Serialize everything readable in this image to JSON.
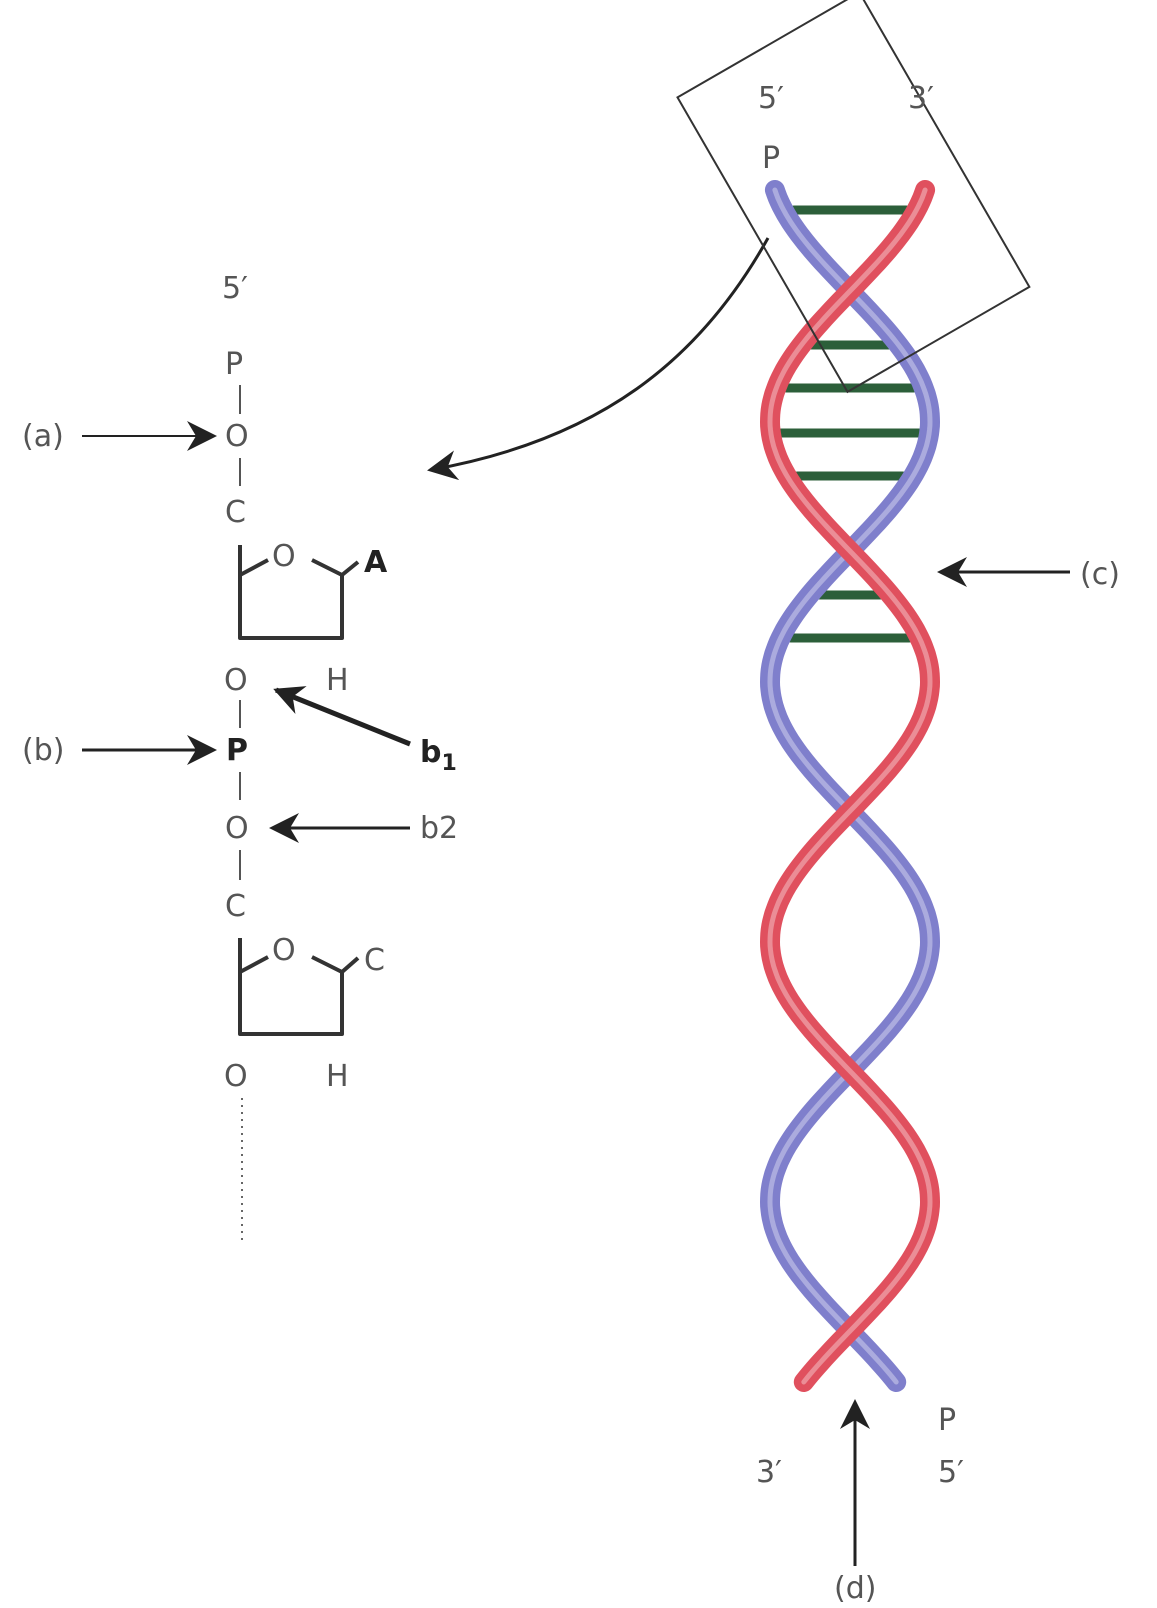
{
  "figure": {
    "colors": {
      "strand_1": "#e0505e",
      "strand_2": "#7f7fcc",
      "base_pair": "#2c5f3a",
      "text": "#555555",
      "arrow": "#222222"
    }
  },
  "structure": {
    "top_label": "5′",
    "atoms": {
      "p_top": "P",
      "o_a": "O",
      "c_1": "C",
      "ring1_o": "O",
      "ring1_base": "A",
      "o_3prime": "O",
      "h_1": "H",
      "p_mid": "P",
      "o_b2": "O",
      "c_2": "C",
      "ring2_o": "O",
      "ring2_base": "C",
      "o_bottom": "O",
      "h_2": "H"
    },
    "callouts": {
      "a": "(a)",
      "b": "(b)",
      "b1_main": "b",
      "b1_sub": "1",
      "b2": "b2"
    }
  },
  "helix": {
    "top_left": "5′",
    "top_right": "3′",
    "top_p": "P",
    "bottom_left": "3′",
    "bottom_p": "P",
    "bottom_right": "5′",
    "callout_c": "(c)",
    "callout_d": "(d)"
  }
}
